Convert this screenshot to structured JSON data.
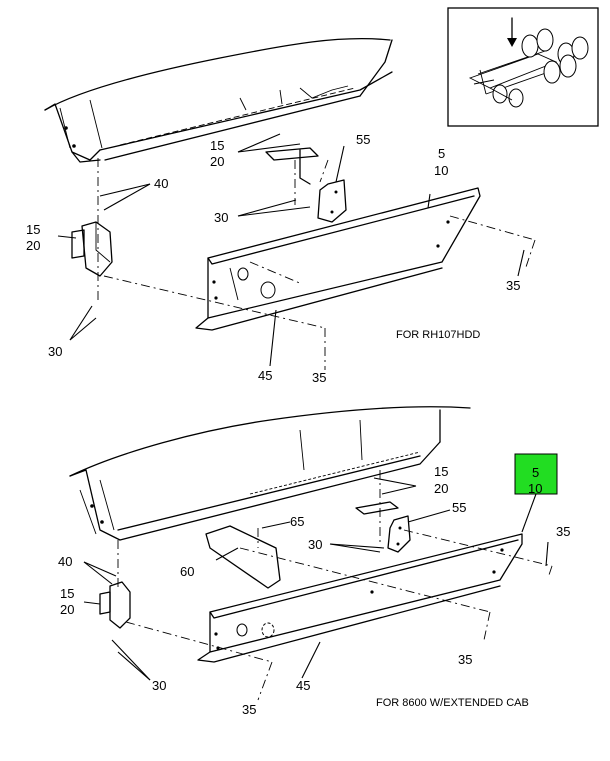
{
  "highlight_color": "#22dd22",
  "top": {
    "caption": "FOR RH107HDD",
    "labels": {
      "c15": "15",
      "c20": "20",
      "l40": "40",
      "l55": "55",
      "l5": "5",
      "l10": "10",
      "b15": "15",
      "b20": "20",
      "l30a": "30",
      "l30b": "30",
      "l35a": "35",
      "l45": "45",
      "l35b": "35"
    }
  },
  "bottom": {
    "caption": "FOR 8600 W/EXTENDED CAB",
    "labels": {
      "c15": "15",
      "c20": "20",
      "l55": "55",
      "l65": "65",
      "l30a": "30",
      "l60": "60",
      "l40": "40",
      "b15": "15",
      "b20": "20",
      "l35a": "35",
      "l35b": "35",
      "l45": "45",
      "l30b": "30",
      "l35c": "35",
      "h5": "5",
      "h10": "10"
    }
  },
  "icons": {
    "inset": "truck-chassis-locator-icon"
  }
}
